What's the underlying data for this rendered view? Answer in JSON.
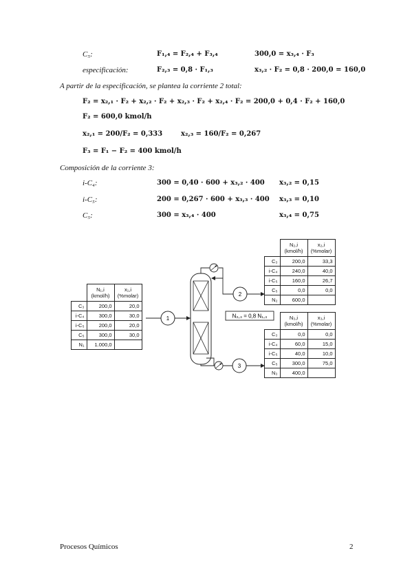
{
  "equations_top": [
    {
      "label": "C₅:",
      "left": "F₁,₄ = F₂,₄ + F₃,₄",
      "right": "300,0 = x₃,₄ · F₃"
    },
    {
      "label": "especificación:",
      "left": "F₂,₃ = 0,8 · F₁,₃",
      "right": "x₃,₂ · F₂ = 0,8 · 200,0 = 160,0"
    }
  ],
  "intro_stream2": "A partir de la especificación, se plantea la corriente 2 total:",
  "stream2_equations": [
    "F₂ = x₂,₁ · F₂ + x₂,₂ · F₂ + x₂,₃ · F₂ + x₂,₄ · F₂ = 200,0 + 0,4 · F₂ + 160,0",
    "F₂ = 600,0 kmol/h",
    "x₂,₁ = 200/F₂ = 0,333",
    "x₂,₃ = 160/F₂ = 0,267",
    "F₃ = F₁ − F₂ = 400 kmol/h"
  ],
  "intro_stream3": "Composición de la corriente 3:",
  "stream3_equations": [
    {
      "label": "i-C₄:",
      "eq": "300 = 0,40 · 600 + x₃,₂ · 400",
      "result": "x₃,₂ = 0,15"
    },
    {
      "label": "i-C₅:",
      "eq": "200 = 0,267 · 600 + x₃,₃ · 400",
      "result": "x₃,₃ = 0,10"
    },
    {
      "label": "C₅:",
      "eq": "300 = x₃,₄ · 400",
      "result": "x₃,₄ = 0,75"
    }
  ],
  "diagram": {
    "stream_labels": [
      "1",
      "2",
      "3"
    ],
    "spec_box": "N₂,₃ = 0,8 N₁,₃",
    "table1": {
      "headers": [
        "N₁,i (kmol/h)",
        "x₁,i (%molar)"
      ],
      "rows": [
        {
          "comp": "C₃",
          "n": "200,0",
          "x": "20,0"
        },
        {
          "comp": "i-C₄",
          "n": "300,0",
          "x": "30,0"
        },
        {
          "comp": "i-C₅",
          "n": "200,0",
          "x": "20,0"
        },
        {
          "comp": "C₅",
          "n": "300,0",
          "x": "30,0"
        },
        {
          "comp": "N₁",
          "n": "1.000,0",
          "x": ""
        }
      ]
    },
    "table2": {
      "headers": [
        "N₂,i (kmol/h)",
        "x₂,i (%molar)"
      ],
      "rows": [
        {
          "comp": "C₃",
          "n": "200,0",
          "x": "33,3"
        },
        {
          "comp": "i-C₄",
          "n": "240,0",
          "x": "40,0"
        },
        {
          "comp": "i-C₅",
          "n": "160,0",
          "x": "26,7"
        },
        {
          "comp": "C₅",
          "n": "0,0",
          "x": "0,0"
        },
        {
          "comp": "N₂",
          "n": "600,0",
          "x": ""
        }
      ]
    },
    "table3": {
      "headers": [
        "N₃,i (kmol/h)",
        "x₃,i (%molar)"
      ],
      "rows": [
        {
          "comp": "C₃",
          "n": "0,0",
          "x": "0,0"
        },
        {
          "comp": "i-C₄",
          "n": "60,0",
          "x": "15,0"
        },
        {
          "comp": "i-C₅",
          "n": "40,0",
          "x": "10,0"
        },
        {
          "comp": "C₅",
          "n": "300,0",
          "x": "75,0"
        },
        {
          "comp": "N₃",
          "n": "400,0",
          "x": ""
        }
      ]
    }
  },
  "footer": {
    "title": "Procesos Químicos",
    "page": "2"
  }
}
